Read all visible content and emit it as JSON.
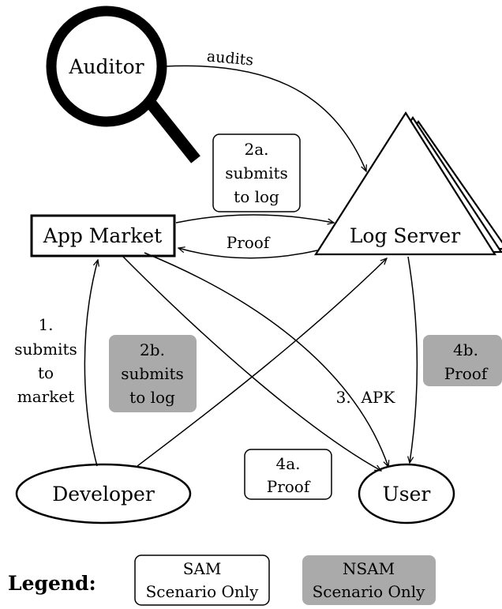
{
  "nodes": {
    "auditor": "Auditor",
    "app_market": "App Market",
    "log_server": "Log Server",
    "developer": "Developer",
    "user": "User"
  },
  "edges": {
    "audits": "audits",
    "proof": "Proof",
    "step1": [
      "1.",
      "submits",
      "to",
      "market"
    ],
    "step3": "3.  APK"
  },
  "notes": {
    "n2a": [
      "2a.",
      "submits",
      "to log"
    ],
    "n2b": [
      "2b.",
      "submits",
      "to log"
    ],
    "n4a": [
      "4a.",
      "Proof"
    ],
    "n4b": [
      "4b.",
      "Proof"
    ]
  },
  "legend": {
    "title": "Legend:",
    "sam": [
      "SAM",
      "Scenario Only"
    ],
    "nsam": [
      "NSAM",
      "Scenario Only"
    ]
  },
  "colors": {
    "stroke": "#000000",
    "nsam_fill": "#aaaaaa",
    "sam_fill": "#ffffff"
  }
}
